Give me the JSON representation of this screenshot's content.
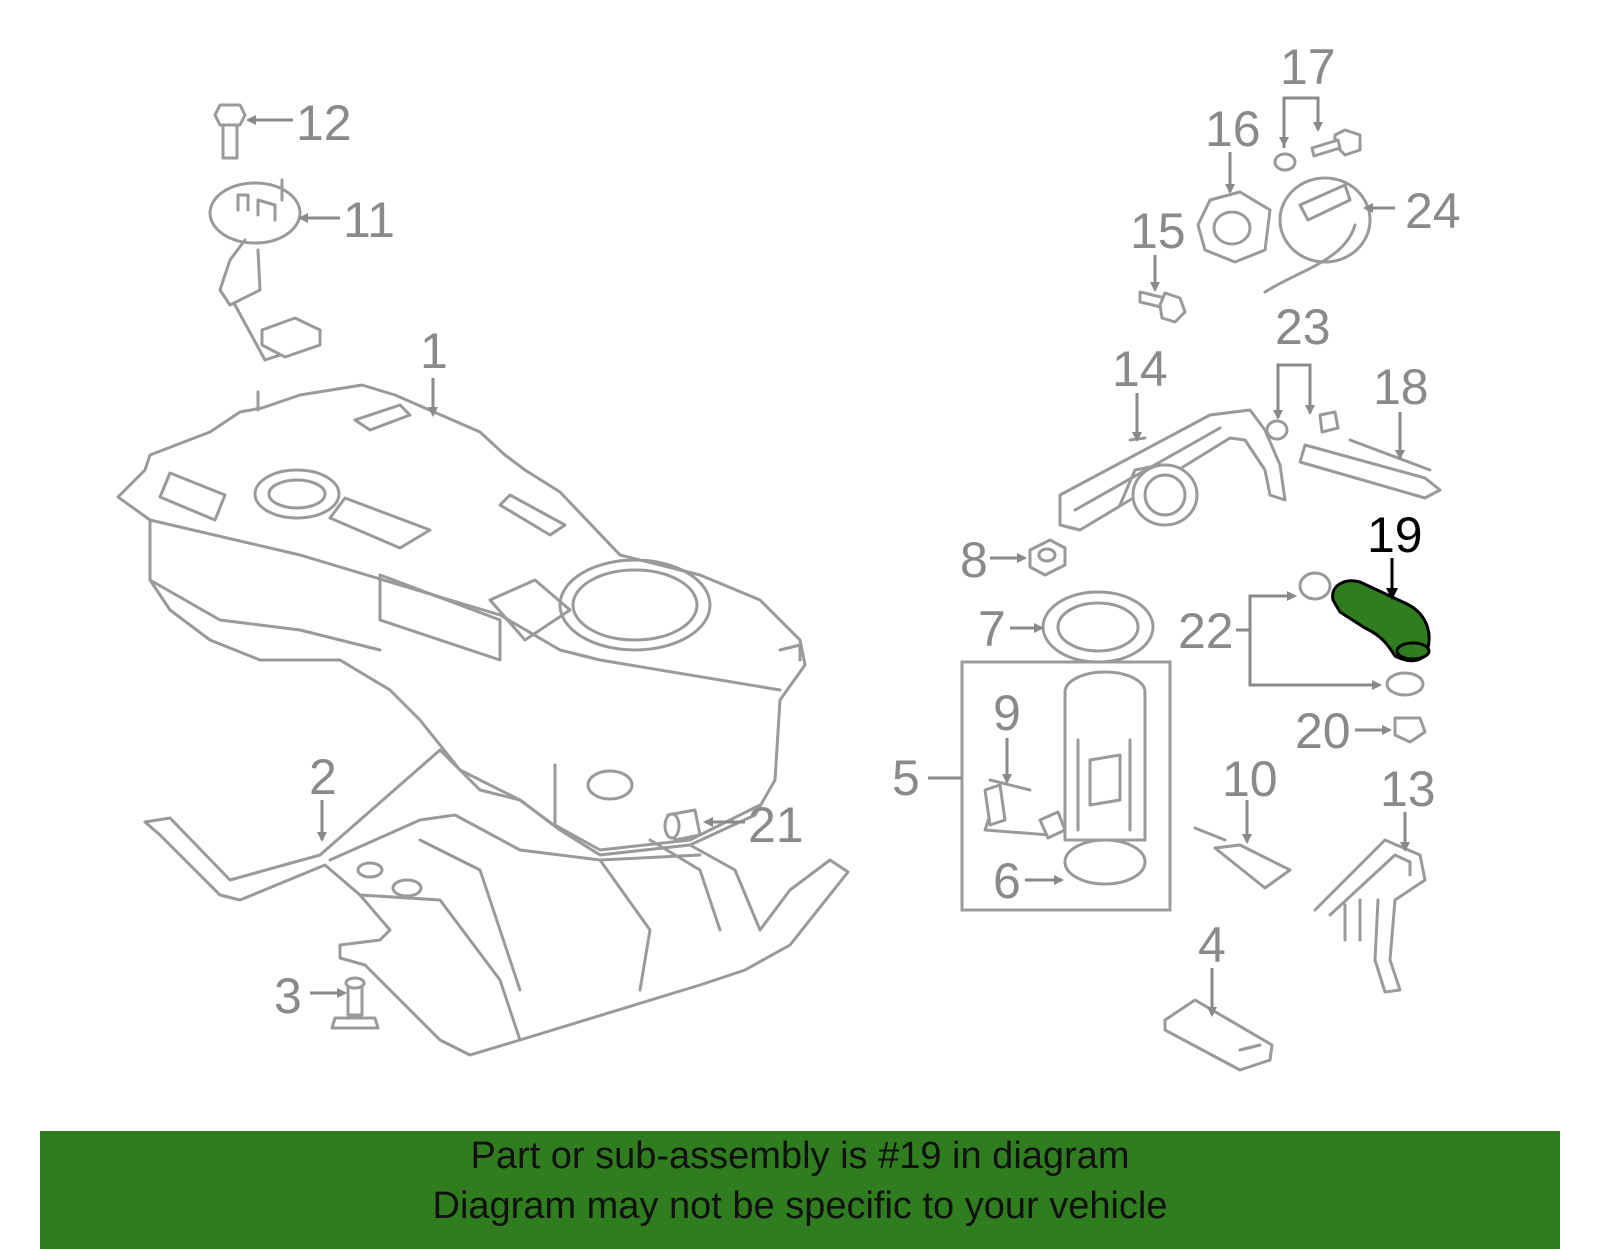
{
  "diagram": {
    "highlight_color": "#2f7d1f",
    "highlighted_part": "19",
    "callouts": [
      "1",
      "2",
      "3",
      "4",
      "5",
      "6",
      "7",
      "8",
      "9",
      "10",
      "11",
      "12",
      "13",
      "14",
      "15",
      "16",
      "17",
      "18",
      "19",
      "20",
      "21",
      "22",
      "23",
      "24"
    ]
  },
  "banner": {
    "background": "#2f7d1f",
    "line1": "Part or sub-assembly is #19 in diagram",
    "line2": "Diagram may not be specific to your vehicle"
  }
}
